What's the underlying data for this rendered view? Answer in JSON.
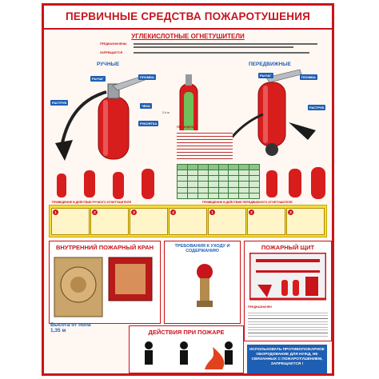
{
  "header": {
    "title": "ПЕРВИЧНЫЕ СРЕДСТВА ПОЖАРОТУШЕНИЯ"
  },
  "co2_section": {
    "title": "УГЛЕКИСЛОТНЫЕ ОГНЕТУШИТЕЛИ",
    "purpose_label": "ПРЕДНАЗНАЧЕНЫ",
    "forbidden_label": "ЗАПРЕЩАЕТСЯ",
    "manual_caption": "РУЧНЫЕ",
    "mobile_caption": "ПЕРЕДВИЖНЫЕ"
  },
  "manual_labels": {
    "lever": "РЫЧАГ",
    "seal": "ПЛОМБА",
    "socket": "РАСТРУБ",
    "check": "ЧЕКА",
    "handle": "РУКОЯТКА"
  },
  "mobile_labels": {
    "lever": "РЫЧАГ",
    "seal": "ПЛОМБА",
    "socket": "РАСТРУБ"
  },
  "attention_label": "ПРИВЕДЕНИЕ",
  "steps_manual_title": "ПРИВЕДЕНИЕ В ДЕЙСТВИЕ РУЧНОГО ОГНЕТУШИТЕЛЯ",
  "steps_mobile_title": "ПРИВЕДЕНИЕ В ДЕЙСТВИЕ ПЕРЕДВИЖНОГО ОГНЕТУШИТЕЛЯ",
  "steps": [
    "1",
    "2",
    "3",
    "4",
    "1",
    "2",
    "3"
  ],
  "hydrant_panel": {
    "title": "ВНУТРЕННИЙ ПОЖАРНЫЙ КРАН",
    "height_label": "Высота от пола",
    "height_value": "1,35 м"
  },
  "care_panel": {
    "title": "ТРЕБОВАНИЯ К УХОДУ И СОДЕРЖАНИЮ"
  },
  "shield_panel": {
    "title": "ПОЖАРНЫЙ ЩИТ",
    "purpose_label": "ПРЕДНАЗНАЧЕН",
    "notice": "ИСПОЛЬЗОВАТЬ ПРОТИВОПОЖАРНОЕ ОБОРУДОВАНИЕ ДЛЯ НУЖД, НЕ СВЯЗАННЫХ С ПОЖАРОТУШЕНИЕМ, ЗАПРЕЩАЕТСЯ !"
  },
  "actions_panel": {
    "title": "ДЕЙСТВИЯ ПРИ ПОЖАРЕ"
  },
  "colors": {
    "accent_red": "#c8141b",
    "label_blue": "#1e5fb4",
    "steps_yellow": "#f4dd3c"
  }
}
